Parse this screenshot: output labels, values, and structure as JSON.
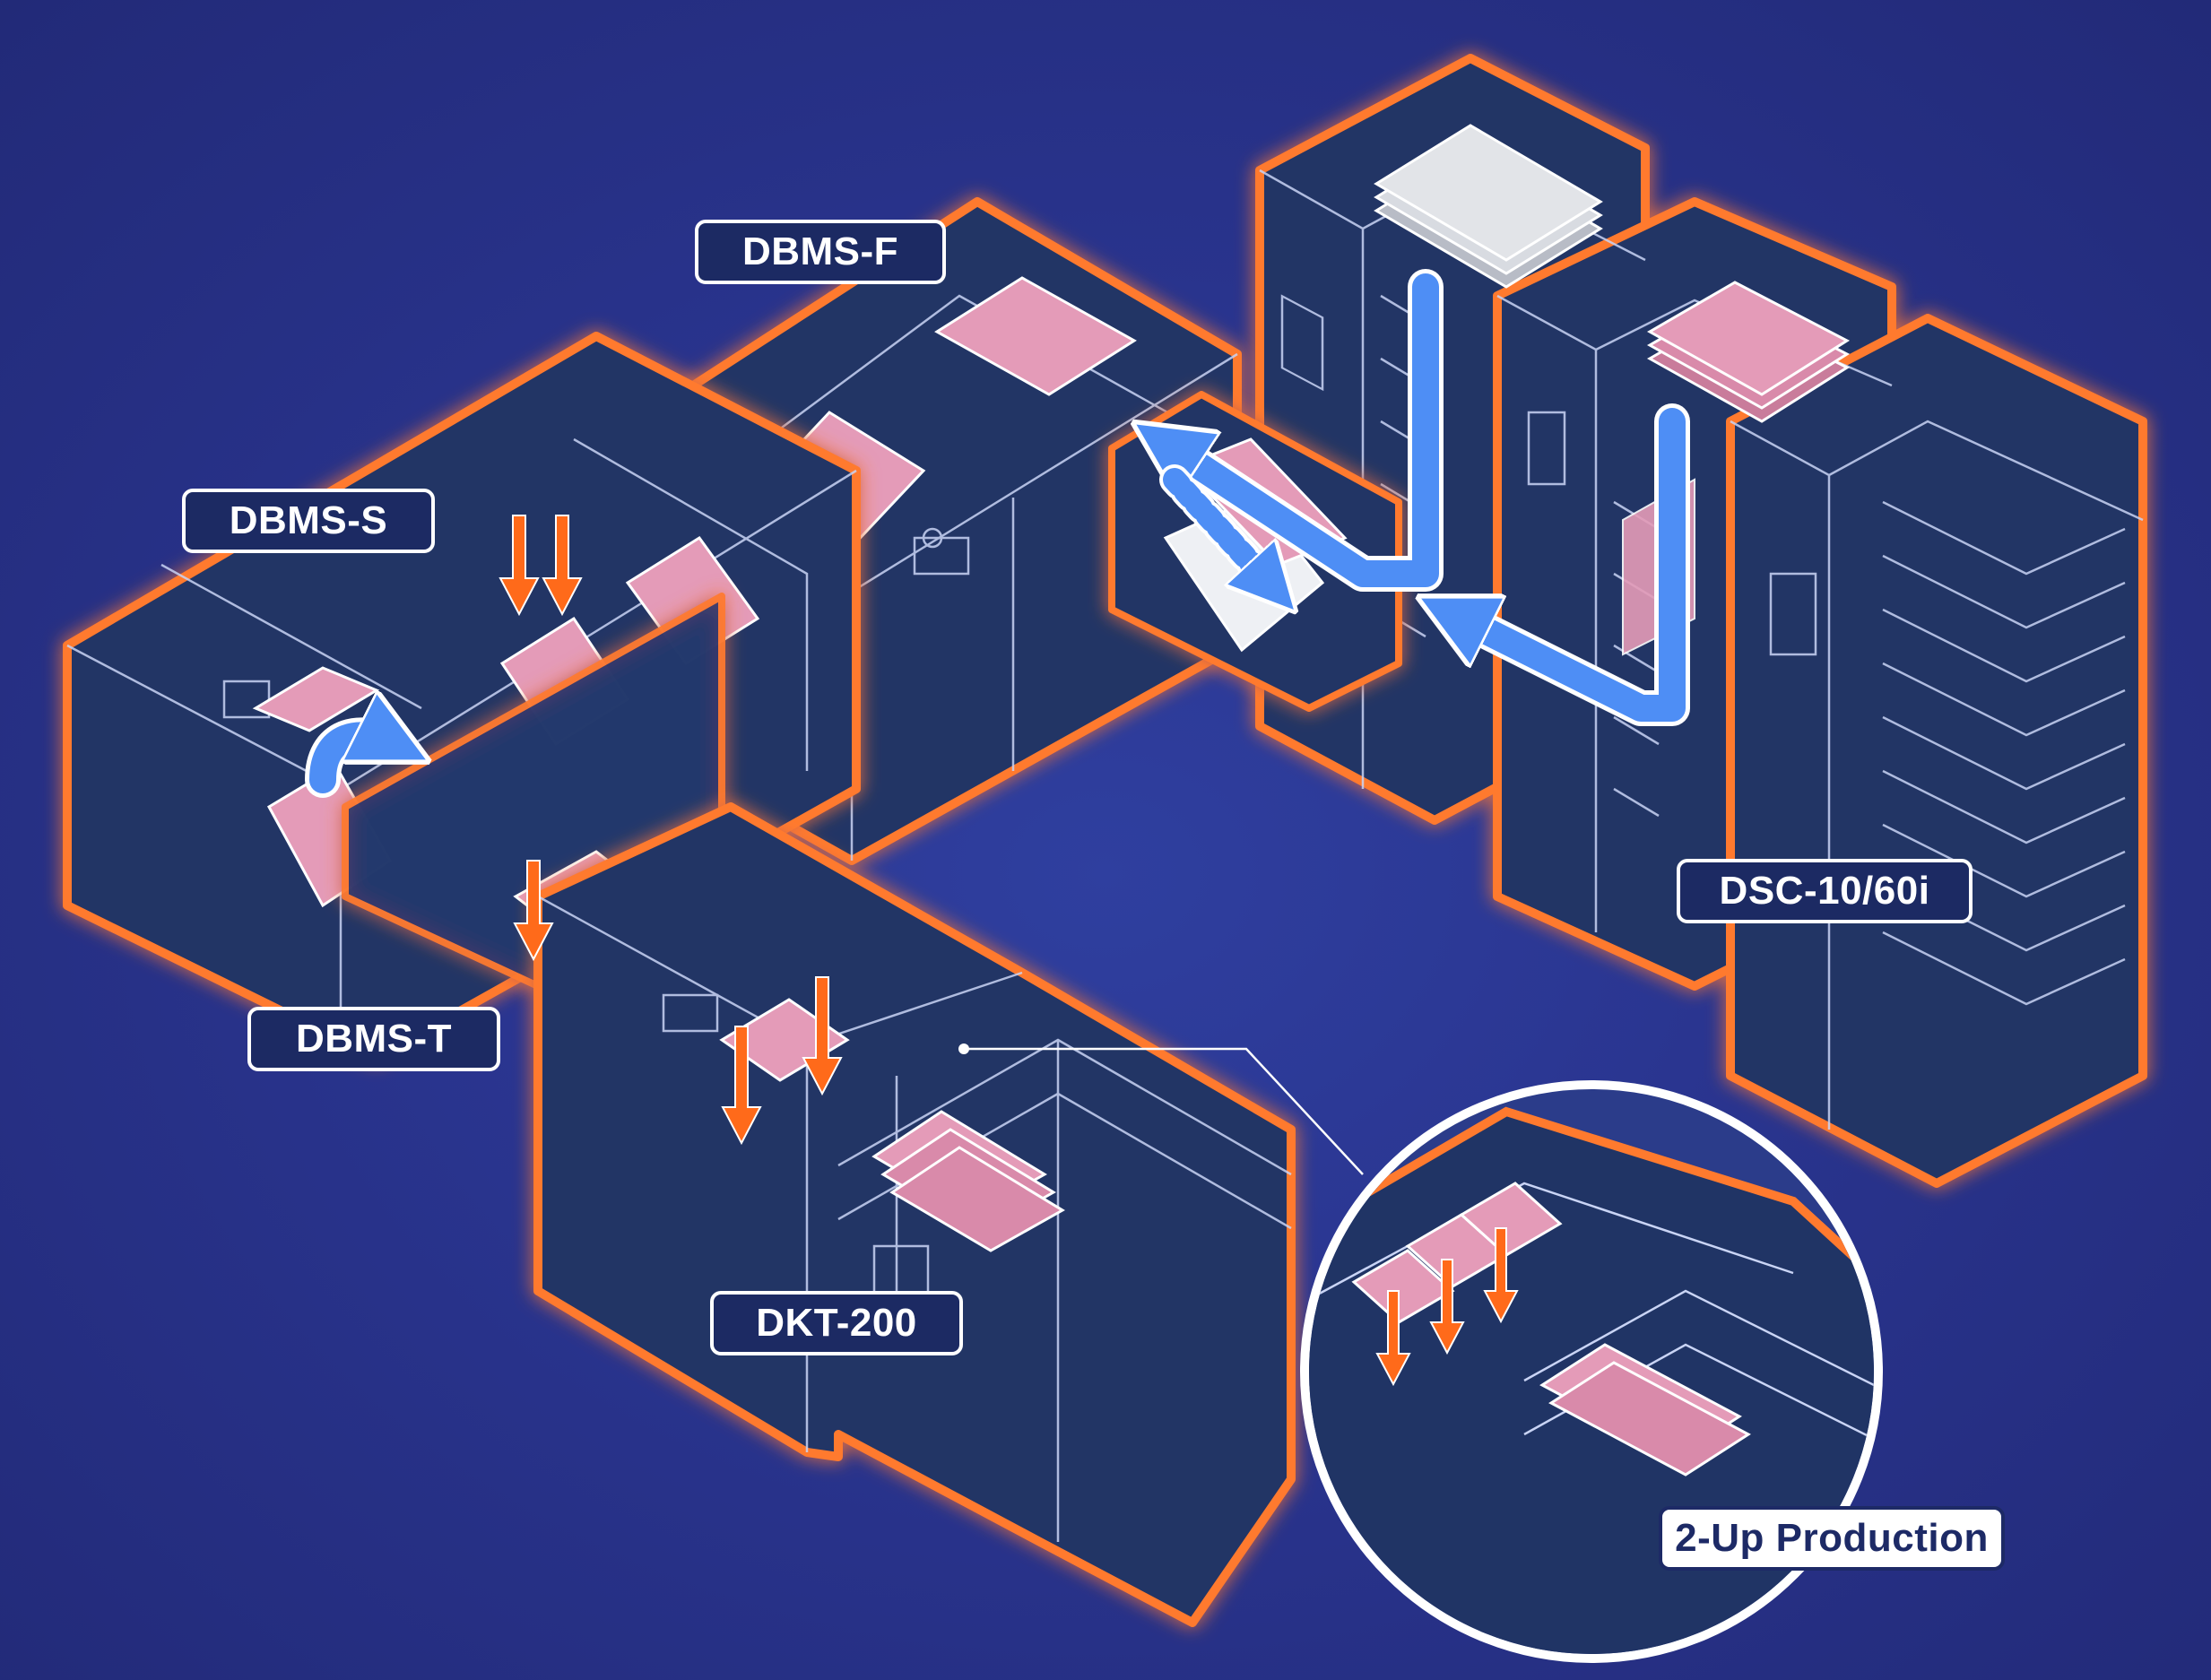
{
  "colors": {
    "background": "#2a3590",
    "machine_fill": "#203465",
    "machine_outline": "#ff7a2e",
    "sheet_pink": "#e49bb8",
    "flow_arrow": "#4e8ef5",
    "feed_arrow": "#ff6a1a",
    "label_fill": "#1c2a63"
  },
  "labels": {
    "dbms_f": "DBMS-F",
    "dbms_s": "DBMS-S",
    "dbms_t": "DBMS-T",
    "dkt_200": "DKT-200",
    "dsc": "DSC-10/60i",
    "two_up": "2-Up Production"
  },
  "icons": {
    "flow_arrow": "arrow-icon",
    "feed_arrow": "down-arrow-icon"
  }
}
